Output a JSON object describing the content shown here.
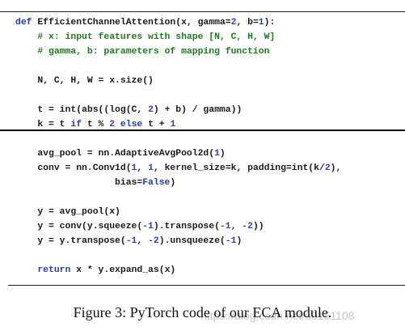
{
  "code": {
    "lines": [
      [
        {
          "t": "def ",
          "k": "kw"
        },
        {
          "t": "EfficientChannelAttention(x, gamma="
        },
        {
          "t": "2",
          "k": "num"
        },
        {
          "t": ", b="
        },
        {
          "t": "1",
          "k": "num"
        },
        {
          "t": "):"
        }
      ],
      [
        {
          "t": "    "
        },
        {
          "t": "# x: input features with shape [N, C, H, W]",
          "k": "cm"
        }
      ],
      [
        {
          "t": "    "
        },
        {
          "t": "# gamma, b: parameters of mapping function",
          "k": "cm"
        }
      ],
      [],
      [
        {
          "t": "    N, C, H, W = x.size()"
        }
      ],
      [],
      [
        {
          "t": "    t = int(abs((log(C, "
        },
        {
          "t": "2",
          "k": "num"
        },
        {
          "t": ") + b) / gamma))"
        }
      ],
      [
        {
          "t": "    k = t "
        },
        {
          "t": "if",
          "k": "kw"
        },
        {
          "t": " t % "
        },
        {
          "t": "2",
          "k": "num"
        },
        {
          "t": " "
        },
        {
          "t": "else",
          "k": "kw"
        },
        {
          "t": " t + "
        },
        {
          "t": "1",
          "k": "num"
        }
      ],
      [],
      [
        {
          "t": "    avg_pool = nn.AdaptiveAvgPool2d("
        },
        {
          "t": "1",
          "k": "num"
        },
        {
          "t": ")"
        }
      ],
      [
        {
          "t": "    conv = nn.Conv1d("
        },
        {
          "t": "1",
          "k": "num"
        },
        {
          "t": ", "
        },
        {
          "t": "1",
          "k": "num"
        },
        {
          "t": ", kernel_size=k, padding=int(k/"
        },
        {
          "t": "2",
          "k": "num"
        },
        {
          "t": "),"
        }
      ],
      [
        {
          "t": "                  bias="
        },
        {
          "t": "False",
          "k": "kw"
        },
        {
          "t": ")"
        }
      ],
      [],
      [
        {
          "t": "    y = avg_pool(x)"
        }
      ],
      [
        {
          "t": "    y = conv(y.squeeze("
        },
        {
          "t": "-1",
          "k": "num"
        },
        {
          "t": ").transpose("
        },
        {
          "t": "-1",
          "k": "num"
        },
        {
          "t": ", "
        },
        {
          "t": "-2",
          "k": "num"
        },
        {
          "t": "))"
        }
      ],
      [
        {
          "t": "    y = y.transpose("
        },
        {
          "t": "-1",
          "k": "num"
        },
        {
          "t": ", "
        },
        {
          "t": "-2",
          "k": "num"
        },
        {
          "t": ").unsqueeze("
        },
        {
          "t": "-1",
          "k": "num"
        },
        {
          "t": ")"
        }
      ],
      [],
      [
        {
          "t": "    "
        },
        {
          "t": "return",
          "k": "kw"
        },
        {
          "t": " x * y.expand_as(x)"
        }
      ]
    ]
  },
  "caption": {
    "text": "Figure 3: PyTorch code of our ECA module."
  },
  "watermark": {
    "text": "https://blog.csdn.net/u0151108"
  },
  "colors": {
    "keyword": "#1f3fa8",
    "comment": "#1c7a1c",
    "number": "#2e3fd0",
    "text": "#1a1a1a"
  }
}
